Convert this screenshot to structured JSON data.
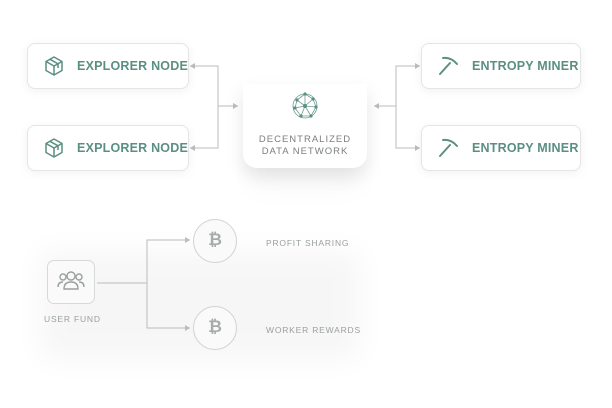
{
  "network": {
    "title_line1": "DECENTRALIZED",
    "title_line2": "DATA NETWORK"
  },
  "explorer_nodes": [
    {
      "label": "EXPLORER NODE",
      "icon": "cube-icon"
    },
    {
      "label": "EXPLORER NODE",
      "icon": "cube-icon"
    }
  ],
  "miners": [
    {
      "label": "ENTROPY MINER",
      "icon": "pickaxe-icon"
    },
    {
      "label": "ENTROPY MINER",
      "icon": "pickaxe-icon"
    }
  ],
  "fund": {
    "user_label": "USER FUND",
    "targets": [
      {
        "label": "PROFIT SHARING",
        "icon": "bitcoin-icon"
      },
      {
        "label": "WORKER REWARDS",
        "icon": "bitcoin-icon"
      }
    ]
  },
  "colors": {
    "accent": "#5a8f82",
    "line": "#b9bdbc",
    "muted_text": "#9aa09e"
  }
}
